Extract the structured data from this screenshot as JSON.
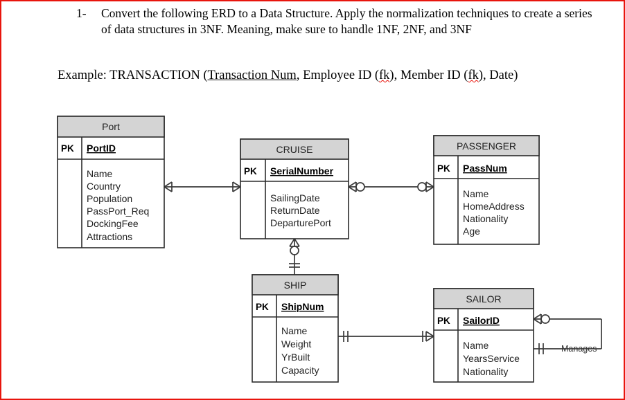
{
  "document": {
    "question_number": "1-",
    "question_text": "Convert the following ERD to a Data Structure. Apply the normalization techniques to create a series of data structures in 3NF. Meaning, make sure to handle 1NF, 2NF, and 3NF",
    "example_prefix": "Example: TRANSACTION (",
    "example_key": "Transaction Num",
    "example_mid1": ", Employee ID (",
    "example_fk1": "fk",
    "example_mid2": "), Member ID (",
    "example_fk2": "fk",
    "example_suffix": "), Date)",
    "border_color": "#e8150d",
    "header_fill": "#d4d4d4"
  },
  "erd": {
    "entities": [
      {
        "id": "port",
        "title": "Port",
        "pk_label": "PK",
        "pk_attribute": "PortID",
        "attributes": [
          "Name",
          "Country",
          "Population",
          "PassPort_Req",
          "DockingFee",
          "Attractions"
        ]
      },
      {
        "id": "cruise",
        "title": "CRUISE",
        "pk_label": "PK",
        "pk_attribute": "SerialNumber",
        "attributes": [
          "SailingDate",
          "ReturnDate",
          "DeparturePort"
        ]
      },
      {
        "id": "passenger",
        "title": "PASSENGER",
        "pk_label": "PK",
        "pk_attribute": "PassNum",
        "attributes": [
          "Name",
          "HomeAddress",
          "Nationality",
          "Age"
        ]
      },
      {
        "id": "ship",
        "title": "SHIP",
        "pk_label": "PK",
        "pk_attribute": "ShipNum",
        "attributes": [
          "Name",
          "Weight",
          "YrBuilt",
          "Capacity"
        ]
      },
      {
        "id": "sailor",
        "title": "SAILOR",
        "pk_label": "PK",
        "pk_attribute": "SailorID",
        "attributes": [
          "Name",
          "YearsService",
          "Nationality"
        ]
      }
    ],
    "relationships": [
      {
        "id": "port-cruise",
        "from": "port",
        "to": "cruise",
        "from_card": "many",
        "to_card": "many",
        "label": ""
      },
      {
        "id": "cruise-passenger",
        "from": "cruise",
        "to": "passenger",
        "from_card": "zero-many",
        "to_card": "zero-many",
        "label": ""
      },
      {
        "id": "cruise-ship",
        "from": "cruise",
        "to": "ship",
        "from_card": "zero-many",
        "to_card": "one-one",
        "label": ""
      },
      {
        "id": "ship-sailor",
        "from": "ship",
        "to": "sailor",
        "from_card": "one-one",
        "to_card": "one-many",
        "label": ""
      },
      {
        "id": "sailor-manages",
        "from": "sailor",
        "to": "sailor",
        "from_card": "zero-many",
        "to_card": "one-one",
        "label": "Manages"
      }
    ]
  }
}
